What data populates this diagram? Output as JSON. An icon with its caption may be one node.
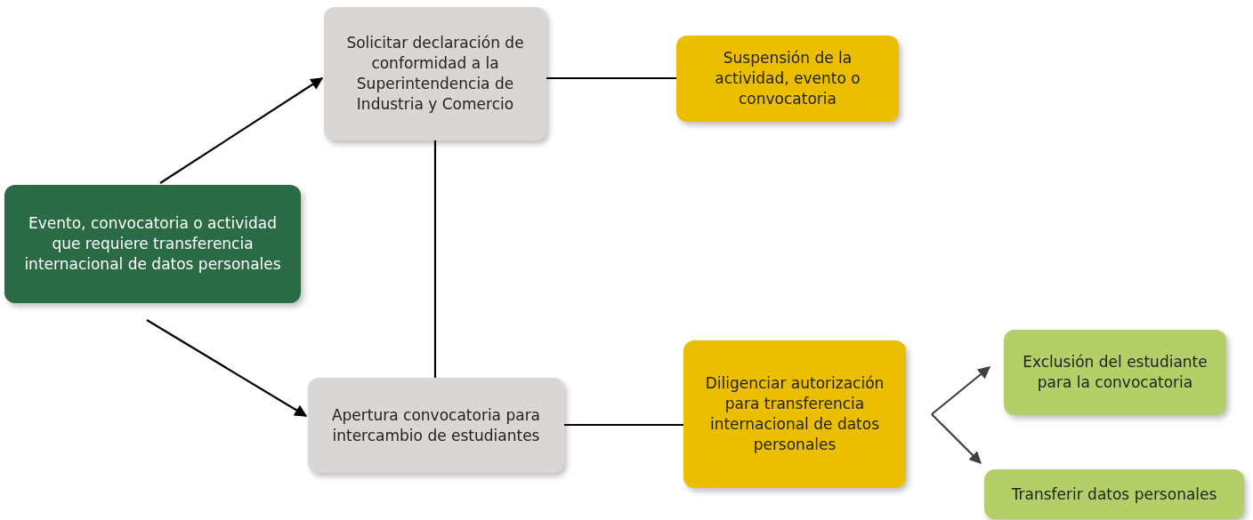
{
  "diagram": {
    "nodes": [
      {
        "text": [
          "Evento, convocatoria o actividad que requiere transferencia internacional de datos personales"
        ]
      },
      {
        "text": [
          "Solicitar declaración de conformidad a la Superintendencia de Industria y Comercio"
        ]
      },
      {
        "text": [
          "Suspensión de la actividad, evento o convocatoria"
        ]
      },
      {
        "text": [
          "Apertura convocatoria para intercambio de estudiantes"
        ]
      },
      {
        "text": [
          "Diligenciar autorización para transferencia internacional de datos personales"
        ]
      },
      {
        "text": [
          "Exclusión del estudiante para la convocatoria"
        ]
      },
      {
        "text": [
          "Transferir datos personales"
        ]
      }
    ],
    "edges": [
      {
        "from": 0,
        "to": 1,
        "arrow": "to"
      },
      {
        "from": 0,
        "to": 3,
        "arrow": "to"
      },
      {
        "from": 1,
        "to": 2,
        "arrow": "none"
      },
      {
        "from": 1,
        "to": 3,
        "arrow": "none"
      },
      {
        "from": 3,
        "to": 4,
        "arrow": "none"
      },
      {
        "from": 4,
        "to": 5,
        "arrow": "to",
        "color": "#404040"
      },
      {
        "from": 4,
        "to": 6,
        "arrow": "to",
        "color": "#404040"
      }
    ]
  }
}
